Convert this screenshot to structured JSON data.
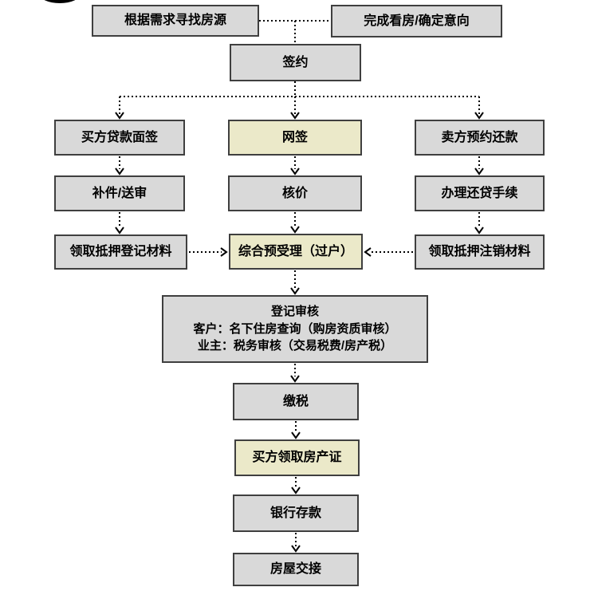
{
  "colors": {
    "page_bg": "#ffffff",
    "node_fill": "#d9d9d9",
    "node_border": "#3f3f3f",
    "highlight_fill": "#ebe9c9",
    "connector": "#000000",
    "text": "#000000",
    "bullet": "#000000"
  },
  "nodes": {
    "find_listing": {
      "label": "根据需求寻找房源"
    },
    "confirm_intent": {
      "label": "完成看房/确定意向"
    },
    "sign_contract": {
      "label": "签约"
    },
    "buyer_loan_interview": {
      "label": "买方贷款面签"
    },
    "online_sign": {
      "label": "网签",
      "highlighted": true
    },
    "seller_repay_appointment": {
      "label": "卖方预约还款"
    },
    "supplement_review": {
      "label": "补件/送审"
    },
    "price_verification": {
      "label": "核价"
    },
    "loan_repayment_procedure": {
      "label": "办理还贷手续"
    },
    "mortgage_registration_materials": {
      "label": "领取抵押登记材料"
    },
    "combined_preacceptance": {
      "label": "综合预受理（过户）",
      "highlighted": true
    },
    "mortgage_cancellation_materials": {
      "label": "领取抵押注销材料"
    },
    "registration_review": {
      "line1": "登记审核",
      "line2": "客户：名下住房查询（购房资质审核）",
      "line3": "业主：税务审核（交易税费/房产税）"
    },
    "pay_tax": {
      "label": "缴税"
    },
    "buyer_get_certificate": {
      "label": "买方领取房产证",
      "highlighted": true
    },
    "bank_deposit": {
      "label": "银行存款"
    },
    "house_handover": {
      "label": "房屋交接"
    }
  }
}
